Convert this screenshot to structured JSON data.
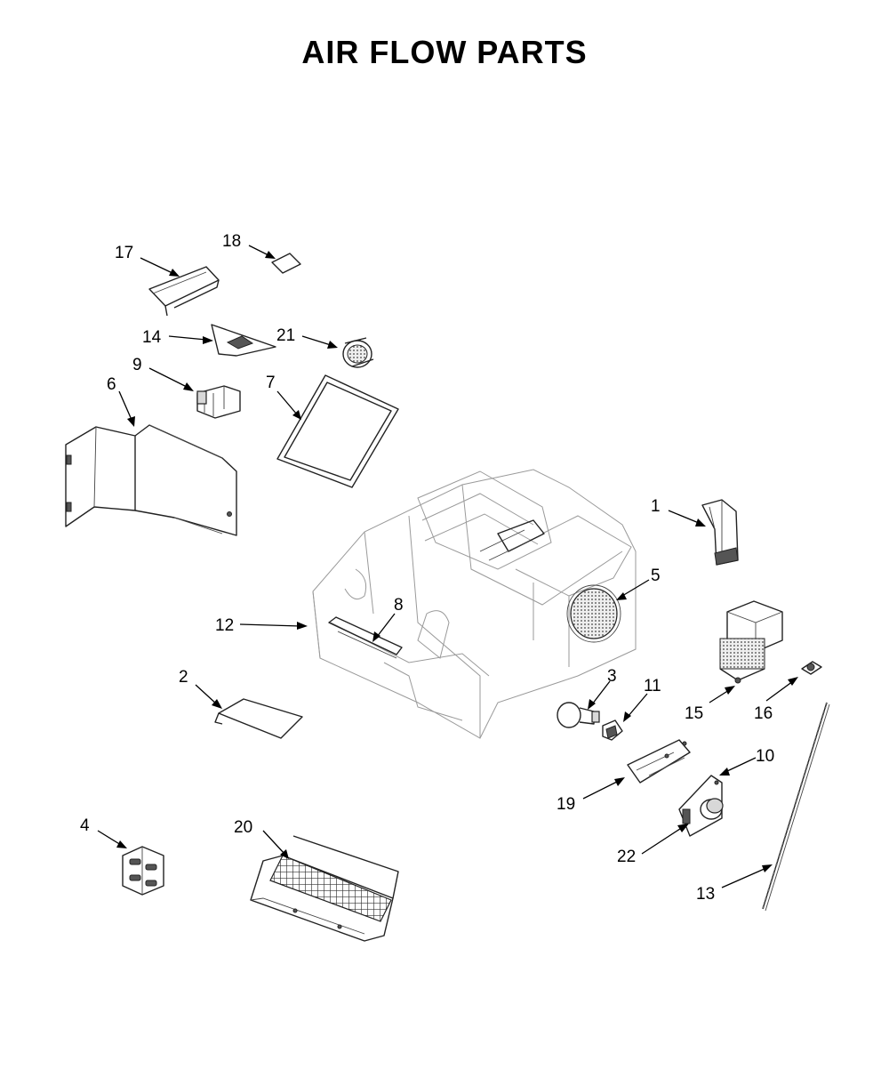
{
  "title": "AIR FLOW PARTS",
  "callouts": [
    "1",
    "2",
    "3",
    "4",
    "5",
    "6",
    "7",
    "8",
    "9",
    "10",
    "11",
    "12",
    "13",
    "14",
    "15",
    "16",
    "17",
    "18",
    "19",
    "20",
    "21",
    "22"
  ]
}
